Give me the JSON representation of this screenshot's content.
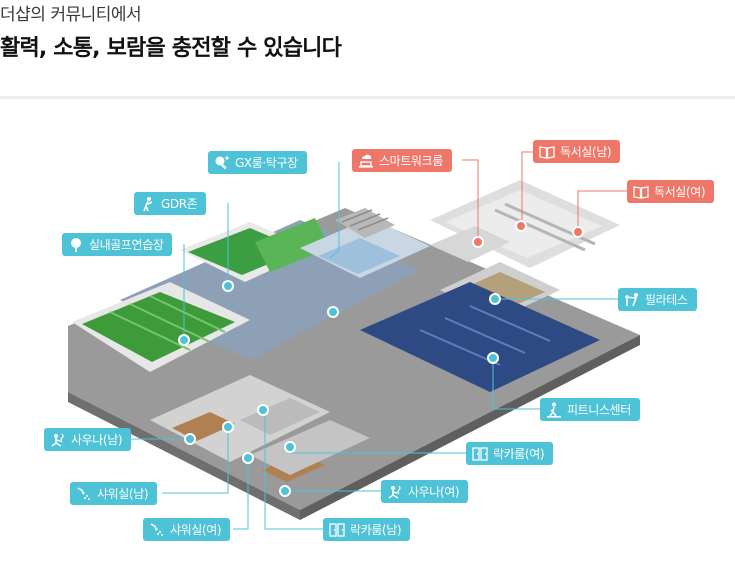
{
  "header": {
    "subtitle": "더샵의 커뮤니티에서",
    "title": "활력, 소통, 보람을 충전할 수 있습니다"
  },
  "colors": {
    "teal": "#4ec2d6",
    "coral": "#ef7769",
    "gym_floor": "#2e4a84",
    "golf_green": "#3d9b3a",
    "lobby_floor": "#8a9bb0"
  },
  "labels": {
    "gx_room": "GX룸·탁구장",
    "gdr_zone": "GDR존",
    "indoor_golf": "실내골프연습장",
    "smart_work": "스마트워크룸",
    "reading_m": "독서실(남)",
    "reading_f": "독서실(여)",
    "pilates": "필라테스",
    "fitness": "피트니스센터",
    "sauna_m": "사우나(남)",
    "shower_m": "샤워실(남)",
    "shower_f": "샤워실(여)",
    "locker_f": "락카룸(여)",
    "sauna_f": "사우나(여)",
    "locker_m": "락카룸(남)"
  },
  "icons": {
    "gx_room": "table-tennis-icon",
    "gdr_zone": "golfer-icon",
    "indoor_golf": "golf-ball-icon",
    "smart_work": "laptop-cloud-icon",
    "reading_m": "book-icon",
    "reading_f": "book-icon",
    "pilates": "pilates-icon",
    "fitness": "treadmill-icon",
    "sauna_m": "sauna-icon",
    "shower_m": "shower-icon",
    "shower_f": "shower-icon",
    "locker_f": "locker-icon",
    "sauna_f": "sauna-icon",
    "locker_m": "locker-icon"
  }
}
